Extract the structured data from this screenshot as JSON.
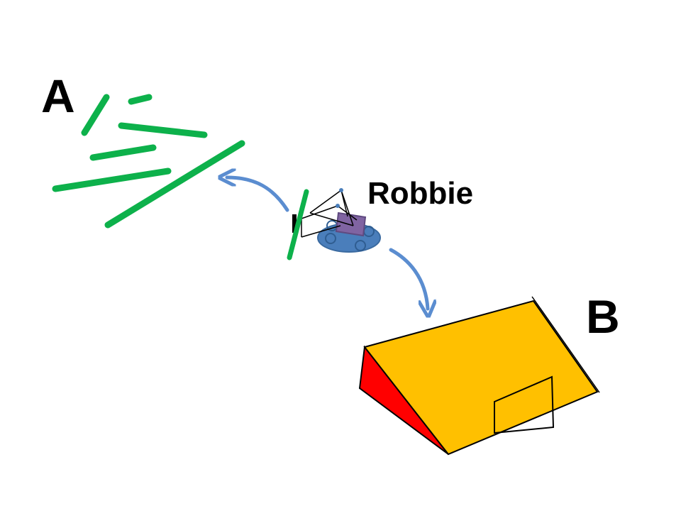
{
  "labels": {
    "pile_label": "A",
    "shelter_label": "B",
    "robot_name": "Robbie"
  },
  "colors": {
    "stick_green": "#0db14b",
    "robot_blue": "#4a7ebb",
    "robot_purple": "#8064a2",
    "arrow_blue": "#5b8dd0",
    "shelter_yellow": "#ffc000",
    "shelter_red": "#ff0000",
    "outline_black": "#000000"
  },
  "icons": {
    "sticks": "stick-pile-icon",
    "robot": "tracked-robot-icon",
    "shelter": "lean-to-shelter-icon"
  }
}
